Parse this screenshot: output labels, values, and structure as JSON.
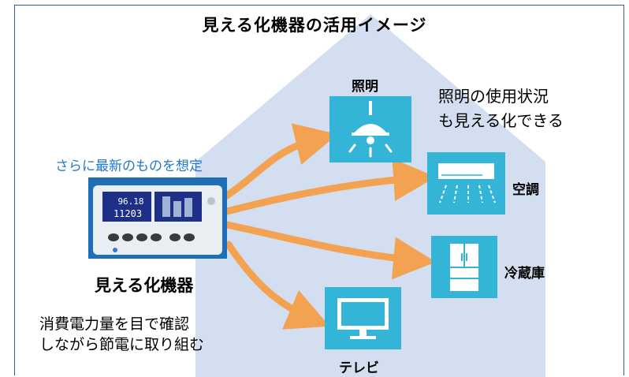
{
  "title": "見える化機器の活用イメージ",
  "note_newest": "さらに最新のものを想定",
  "device": {
    "label": "見える化機器",
    "display_top": "96.18",
    "display_bottom": "11203",
    "desc_line1": "消費電力量を目で確認",
    "desc_line2": "しながら節電に取り組む"
  },
  "appliances": {
    "lighting": {
      "label": "照明",
      "icon": "pendant-lamp-icon"
    },
    "aircon": {
      "label": "空調",
      "icon": "air-conditioner-icon"
    },
    "fridge": {
      "label": "冷蔵庫",
      "icon": "refrigerator-icon"
    },
    "tv": {
      "label": "テレビ",
      "icon": "television-icon"
    }
  },
  "lighting_note": {
    "line1": "照明の使用状況",
    "line2": "も見える化できる"
  },
  "colors": {
    "house": "#d3dff0",
    "tile": "#34b4d6",
    "arrow": "#f3a252",
    "frame": "#2f5f9a",
    "blue_text": "#1f78c8"
  }
}
